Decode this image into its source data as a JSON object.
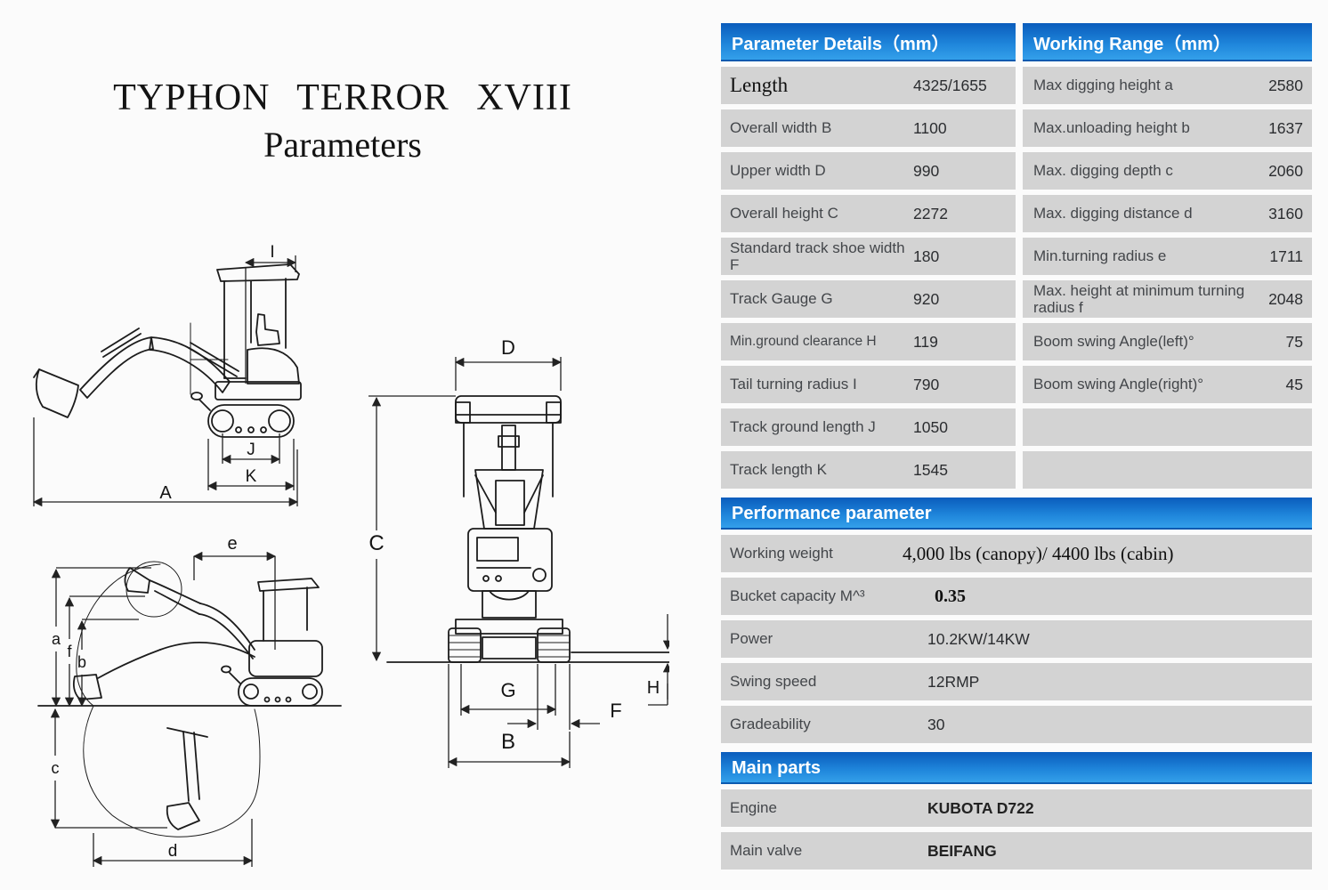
{
  "title": {
    "line1": "TYPHON TERROR XVIII",
    "line2": "Parameters"
  },
  "colors": {
    "header_blue_top": "#0a5cbc",
    "header_blue_bottom": "#36a3ec",
    "row_gray": "#d3d3d3",
    "label_text": "#43464a",
    "value_text": "#2b2d30"
  },
  "spec_table": {
    "left_header": "Parameter Details（mm）",
    "right_header": "Working Range（mm）",
    "rows": [
      {
        "l_label": "Length",
        "l_value": "4325/1655",
        "r_label": "Max digging height a",
        "r_value": "2580"
      },
      {
        "l_label": "Overall width B",
        "l_value": "1100",
        "r_label": "Max.unloading height b",
        "r_value": "1637"
      },
      {
        "l_label": "Upper width D",
        "l_value": "990",
        "r_label": "Max. digging depth c",
        "r_value": "2060"
      },
      {
        "l_label": "Overall height C",
        "l_value": "2272",
        "r_label": "Max. digging distance d",
        "r_value": "3160"
      },
      {
        "l_label": "Standard track shoe width F",
        "l_value": "180",
        "r_label": "Min.turning radius e",
        "r_value": "1711"
      },
      {
        "l_label": "Track Gauge G",
        "l_value": "920",
        "r_label": "Max. height at minimum turning radius f",
        "r_value": "2048"
      },
      {
        "l_label": "Min.ground clearance H",
        "l_value": "119",
        "r_label": "Boom swing Angle(left)°",
        "r_value": "75"
      },
      {
        "l_label": "Tail turning radius I",
        "l_value": "790",
        "r_label": "Boom swing Angle(right)°",
        "r_value": "45"
      },
      {
        "l_label": "Track ground length J",
        "l_value": "1050",
        "r_label": "",
        "r_value": ""
      },
      {
        "l_label": "Track length K",
        "l_value": "1545",
        "r_label": "",
        "r_value": ""
      }
    ]
  },
  "performance": {
    "header": "Performance parameter",
    "rows": [
      {
        "label": "Working weight",
        "value": "4,000 lbs (canopy)/ 4400 lbs (cabin)"
      },
      {
        "label": "Bucket capacity M^³",
        "value": "0.35"
      },
      {
        "label": "Power",
        "value": "10.2KW/14KW"
      },
      {
        "label": "Swing speed",
        "value": "12RMP"
      },
      {
        "label": "Gradeability",
        "value": "30"
      }
    ]
  },
  "main_parts": {
    "header": "Main parts",
    "rows": [
      {
        "label": "Engine",
        "value": "KUBOTA D722"
      },
      {
        "label": "Main valve",
        "value": "BEIFANG"
      }
    ]
  },
  "diagrams": {
    "side": {
      "I": "I",
      "J": "J",
      "K": "K",
      "A": "A"
    },
    "front": {
      "D": "D",
      "C": "C",
      "H": "H",
      "G": "G",
      "F": "F",
      "B": "B"
    },
    "range": {
      "e": "e",
      "a": "a",
      "f": "f",
      "b": "b",
      "c": "c",
      "d": "d"
    }
  }
}
